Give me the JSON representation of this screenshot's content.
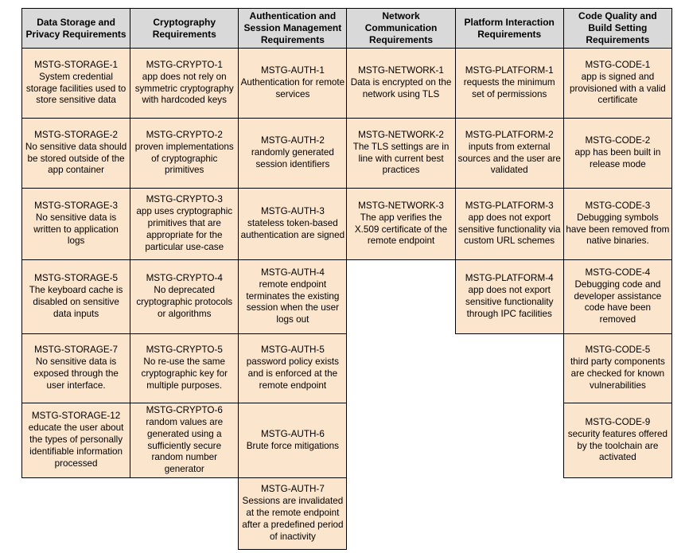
{
  "style": {
    "page_bg": "#ffffff",
    "header_bg": "#d9d9d9",
    "cell_bg": "#fce5cd",
    "border_color": "#000000",
    "text_color": "#000000"
  },
  "table": {
    "columns": [
      {
        "key": "storage",
        "header": "Data Storage and Privacy Requirements",
        "cells": [
          {
            "id": "MSTG-STORAGE-1",
            "text": "System credential storage facilities used to store sensitive data"
          },
          {
            "id": "MSTG-STORAGE-2",
            "text": "No sensitive data should be stored outside of the app container"
          },
          {
            "id": "MSTG-STORAGE-3",
            "text": "No sensitive data is written to application logs"
          },
          {
            "id": "MSTG-STORAGE-5",
            "text": "The keyboard cache is disabled on sensitive data inputs"
          },
          {
            "id": "MSTG-STORAGE-7",
            "text": "No sensitive data is exposed through the user interface."
          },
          {
            "id": "MSTG-STORAGE-12",
            "text": "educate the user about the types of personally identifiable information processed"
          }
        ]
      },
      {
        "key": "crypto",
        "header": "Cryptography Requirements",
        "cells": [
          {
            "id": "MSTG-CRYPTO-1",
            "text": "app does not rely on symmetric cryptography with hardcoded keys"
          },
          {
            "id": "MSTG-CRYPTO-2",
            "text": "proven implementations of cryptographic primitives"
          },
          {
            "id": "MSTG-CRYPTO-3",
            "text": "app uses cryptographic primitives that are appropriate for the particular use-case"
          },
          {
            "id": "MSTG-CRYPTO-4",
            "text": "No deprecated cryptographic protocols or algorithms"
          },
          {
            "id": "MSTG-CRYPTO-5",
            "text": "No re-use the same cryptographic key for multiple purposes."
          },
          {
            "id": "MSTG-CRYPTO-6",
            "text": "random values are generated using a sufficiently secure random number generator"
          }
        ]
      },
      {
        "key": "auth",
        "header": "Authentication and Session Management Requirements",
        "cells": [
          {
            "id": "MSTG-AUTH-1",
            "text": "Authentication for remote services"
          },
          {
            "id": "MSTG-AUTH-2",
            "text": "randomly generated session identifiers"
          },
          {
            "id": "MSTG-AUTH-3",
            "text": "stateless token-based authentication are signed"
          },
          {
            "id": "MSTG-AUTH-4",
            "text": "remote endpoint terminates the existing session when the user logs out"
          },
          {
            "id": "MSTG-AUTH-5",
            "text": "password policy exists and is enforced at the remote endpoint"
          },
          {
            "id": "MSTG-AUTH-6",
            "text": "Brute force mitigations"
          },
          {
            "id": "MSTG-AUTH-7",
            "text": "Sessions are invalidated at the remote endpoint after a predefined period of inactivity"
          }
        ]
      },
      {
        "key": "network",
        "header": "Network Communication Requirements",
        "cells": [
          {
            "id": "MSTG-NETWORK-1",
            "text": "Data is encrypted on the network using TLS"
          },
          {
            "id": "MSTG-NETWORK-2",
            "text": "The TLS settings are in line with current best practices"
          },
          {
            "id": "MSTG-NETWORK-3",
            "text": "The app verifies the X.509 certificate of the remote endpoint"
          }
        ]
      },
      {
        "key": "platform",
        "header": "Platform Interaction Requirements",
        "cells": [
          {
            "id": "MSTG-PLATFORM-1",
            "text": "requests the minimum set of permissions"
          },
          {
            "id": "MSTG-PLATFORM-2",
            "text": "inputs from external sources and the user are validated"
          },
          {
            "id": "MSTG-PLATFORM-3",
            "text": "app does not export sensitive functionality via custom URL schemes"
          },
          {
            "id": "MSTG-PLATFORM-4",
            "text": "app does not export sensitive functionality through IPC facilities"
          }
        ]
      },
      {
        "key": "code",
        "header": "Code Quality and Build Setting Requirements",
        "cells": [
          {
            "id": "MSTG-CODE-1",
            "text": "app is signed and provisioned with a valid certificate"
          },
          {
            "id": "MSTG-CODE-2",
            "text": "app has been built in release mode"
          },
          {
            "id": "MSTG-CODE-3",
            "text": "Debugging symbols have been removed from native binaries."
          },
          {
            "id": "MSTG-CODE-4",
            "text": "Debugging code and developer assistance code have been removed"
          },
          {
            "id": "MSTG-CODE-5",
            "text": "third party components are checked for known vulnerabilities"
          },
          {
            "id": "MSTG-CODE-9",
            "text": "security features offered by the toolchain are activated"
          }
        ]
      }
    ]
  }
}
